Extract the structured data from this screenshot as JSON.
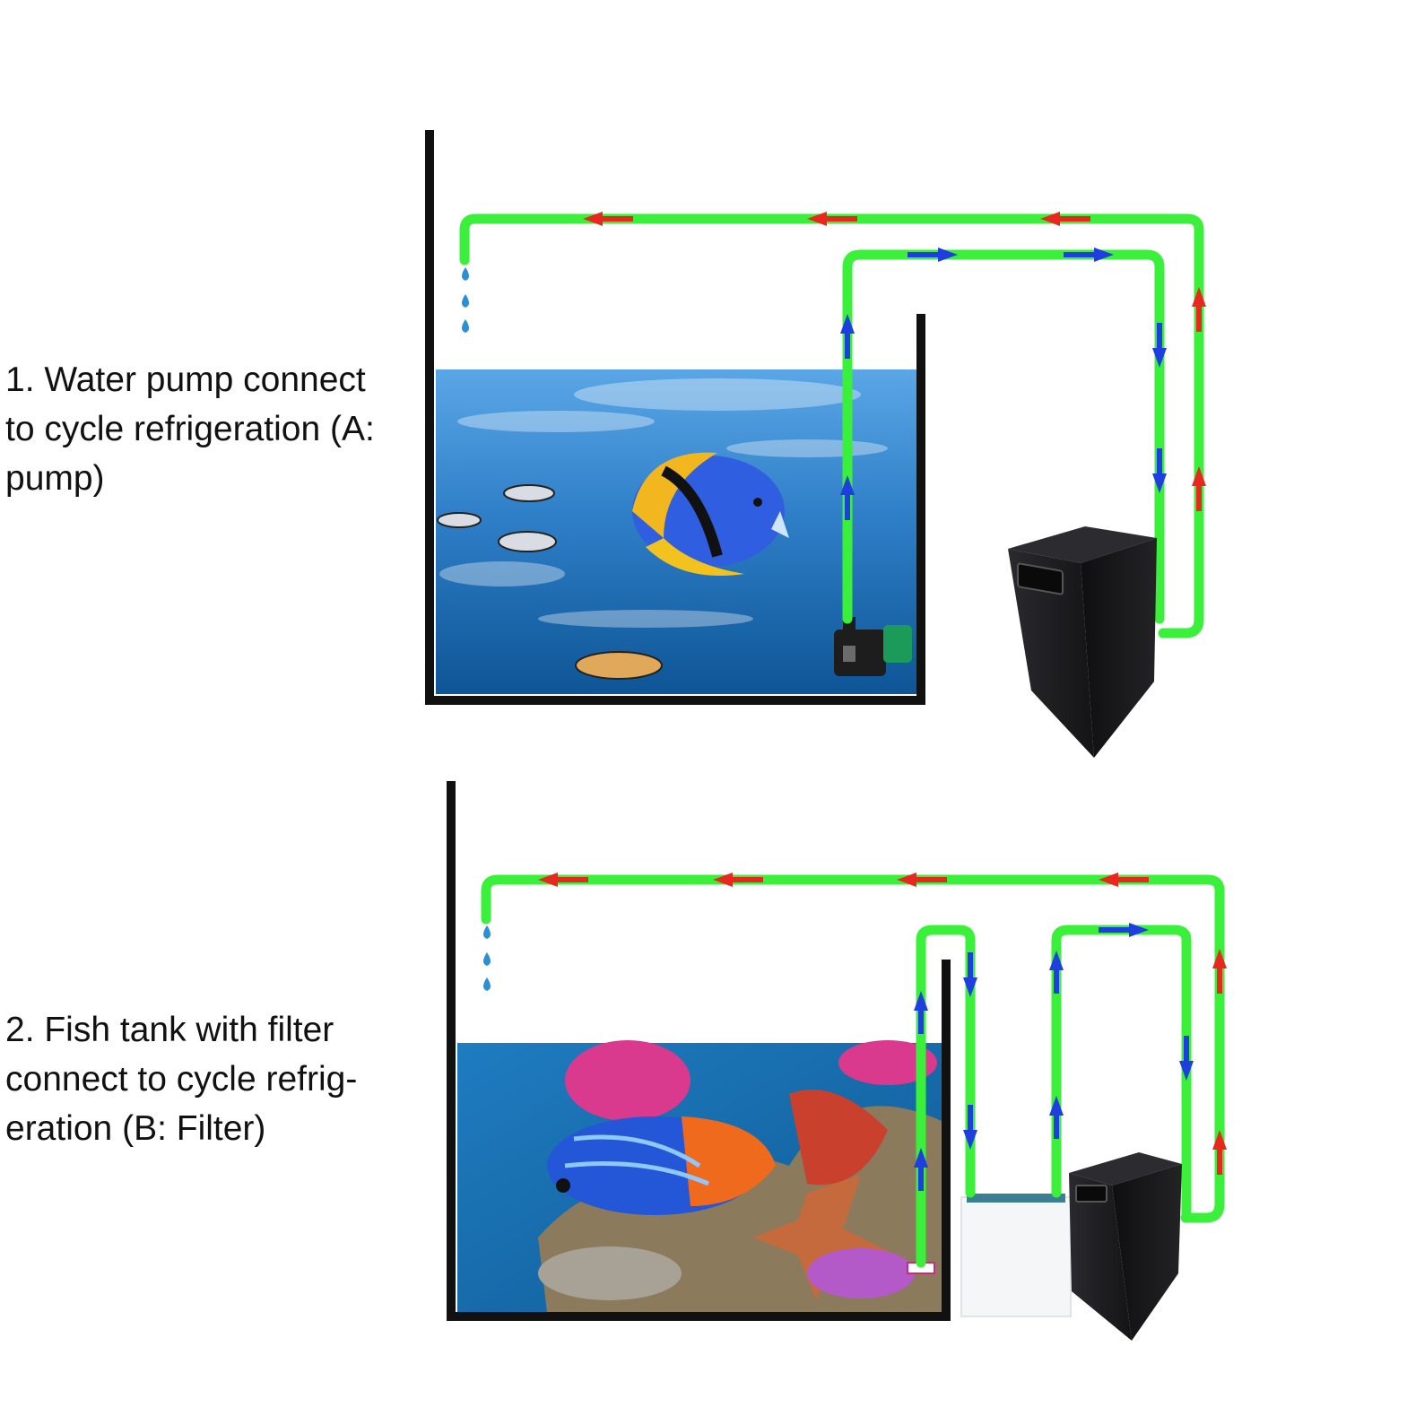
{
  "captions": {
    "pump": {
      "lines": [
        "1. Water pump connect",
        "to cycle refrigeration (A:",
        "pump)"
      ]
    },
    "filter": {
      "lines": [
        "2. Fish tank with filter",
        "connect to cycle refrig-",
        "eration (B: Filter)"
      ]
    }
  },
  "colors": {
    "pipe": "#3af03a",
    "flow_out": "#e8281e",
    "flow_in": "#1f3ee0",
    "drop": "#2b8fd6",
    "tank_wall": "#111111",
    "water_top": "#3d8fd8",
    "water_bottom": "#0d5a9e",
    "chiller_body": "#1f1f22"
  }
}
